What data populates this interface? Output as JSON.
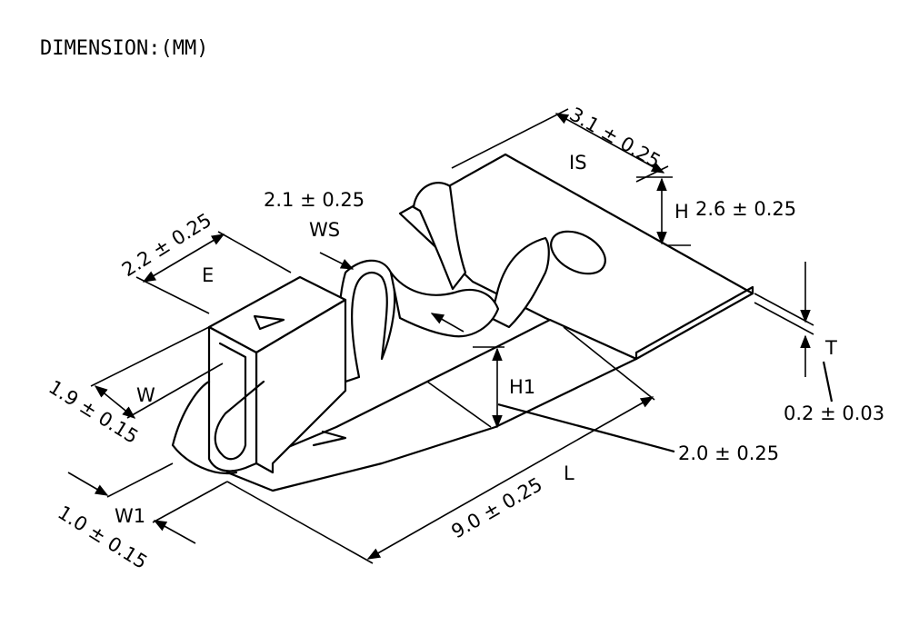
{
  "title": "DIMENSION:(MM)",
  "dimensions": {
    "IS": {
      "label": "IS",
      "value": "3.1 ± 0.25"
    },
    "H": {
      "label": "H",
      "value": "2.6 ± 0.25"
    },
    "WS": {
      "label": "WS",
      "value": "2.1 ± 0.25"
    },
    "E": {
      "label": "E",
      "value": "2.2 ± 0.25"
    },
    "W": {
      "label": "W",
      "value": "1.9 ± 0.15"
    },
    "W1": {
      "label": "W1",
      "value": "1.0 ± 0.15"
    },
    "H1": {
      "label": "H1",
      "value": "2.0 ± 0.25"
    },
    "L": {
      "label": "L",
      "value": "9.0 ± 0.25"
    },
    "T": {
      "label": "T",
      "value": "0.2 ± 0.03"
    }
  }
}
